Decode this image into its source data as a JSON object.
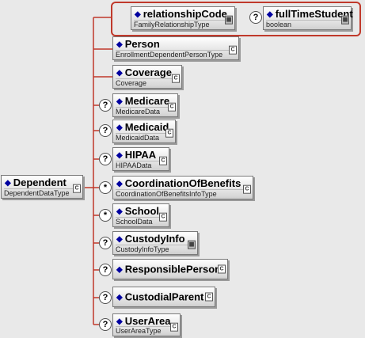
{
  "root": {
    "name": "Dependent",
    "type": "DependentDataType"
  },
  "attributes": [
    {
      "name": "relationshipCode",
      "type": "FamilyRelationshipType",
      "optional": false
    },
    {
      "name": "fullTimeStudent",
      "type": "boolean",
      "optional": true
    }
  ],
  "children": [
    {
      "name": "Person",
      "type": "EnrollmentDependentPersonType",
      "occurrence": "",
      "expand_label": "C"
    },
    {
      "name": "Coverage",
      "type": "Coverage",
      "occurrence": "",
      "expand_label": "C"
    },
    {
      "name": "Medicare",
      "type": "MedicareData",
      "occurrence": "?",
      "expand_label": "C"
    },
    {
      "name": "Medicaid",
      "type": "MedicaidData",
      "occurrence": "?",
      "expand_label": "C"
    },
    {
      "name": "HIPAA",
      "type": "HIPAAData",
      "occurrence": "?",
      "expand_label": "C"
    },
    {
      "name": "CoordinationOfBenefits",
      "type": "CoordinationOfBenefitsInfoType",
      "occurrence": "*",
      "expand_label": "C"
    },
    {
      "name": "School",
      "type": "SchoolData",
      "occurrence": "*",
      "expand_label": "C"
    },
    {
      "name": "CustodyInfo",
      "type": "CustodyInfoType",
      "occurrence": "?",
      "expand_label": "C"
    },
    {
      "name": "ResponsiblePerson",
      "type": "",
      "occurrence": "?",
      "expand_label": "C"
    },
    {
      "name": "CustodialParent",
      "type": "",
      "occurrence": "?",
      "expand_label": "C"
    },
    {
      "name": "UserArea",
      "type": "UserAreaType",
      "occurrence": "?",
      "expand_label": "C"
    }
  ],
  "colors": {
    "background": "#e9e9e9",
    "connector": "#c0392b",
    "diamond": "#0000a0"
  },
  "icons": {
    "diamond": "◆",
    "occurrence_optional": "?",
    "occurrence_many": "*"
  }
}
